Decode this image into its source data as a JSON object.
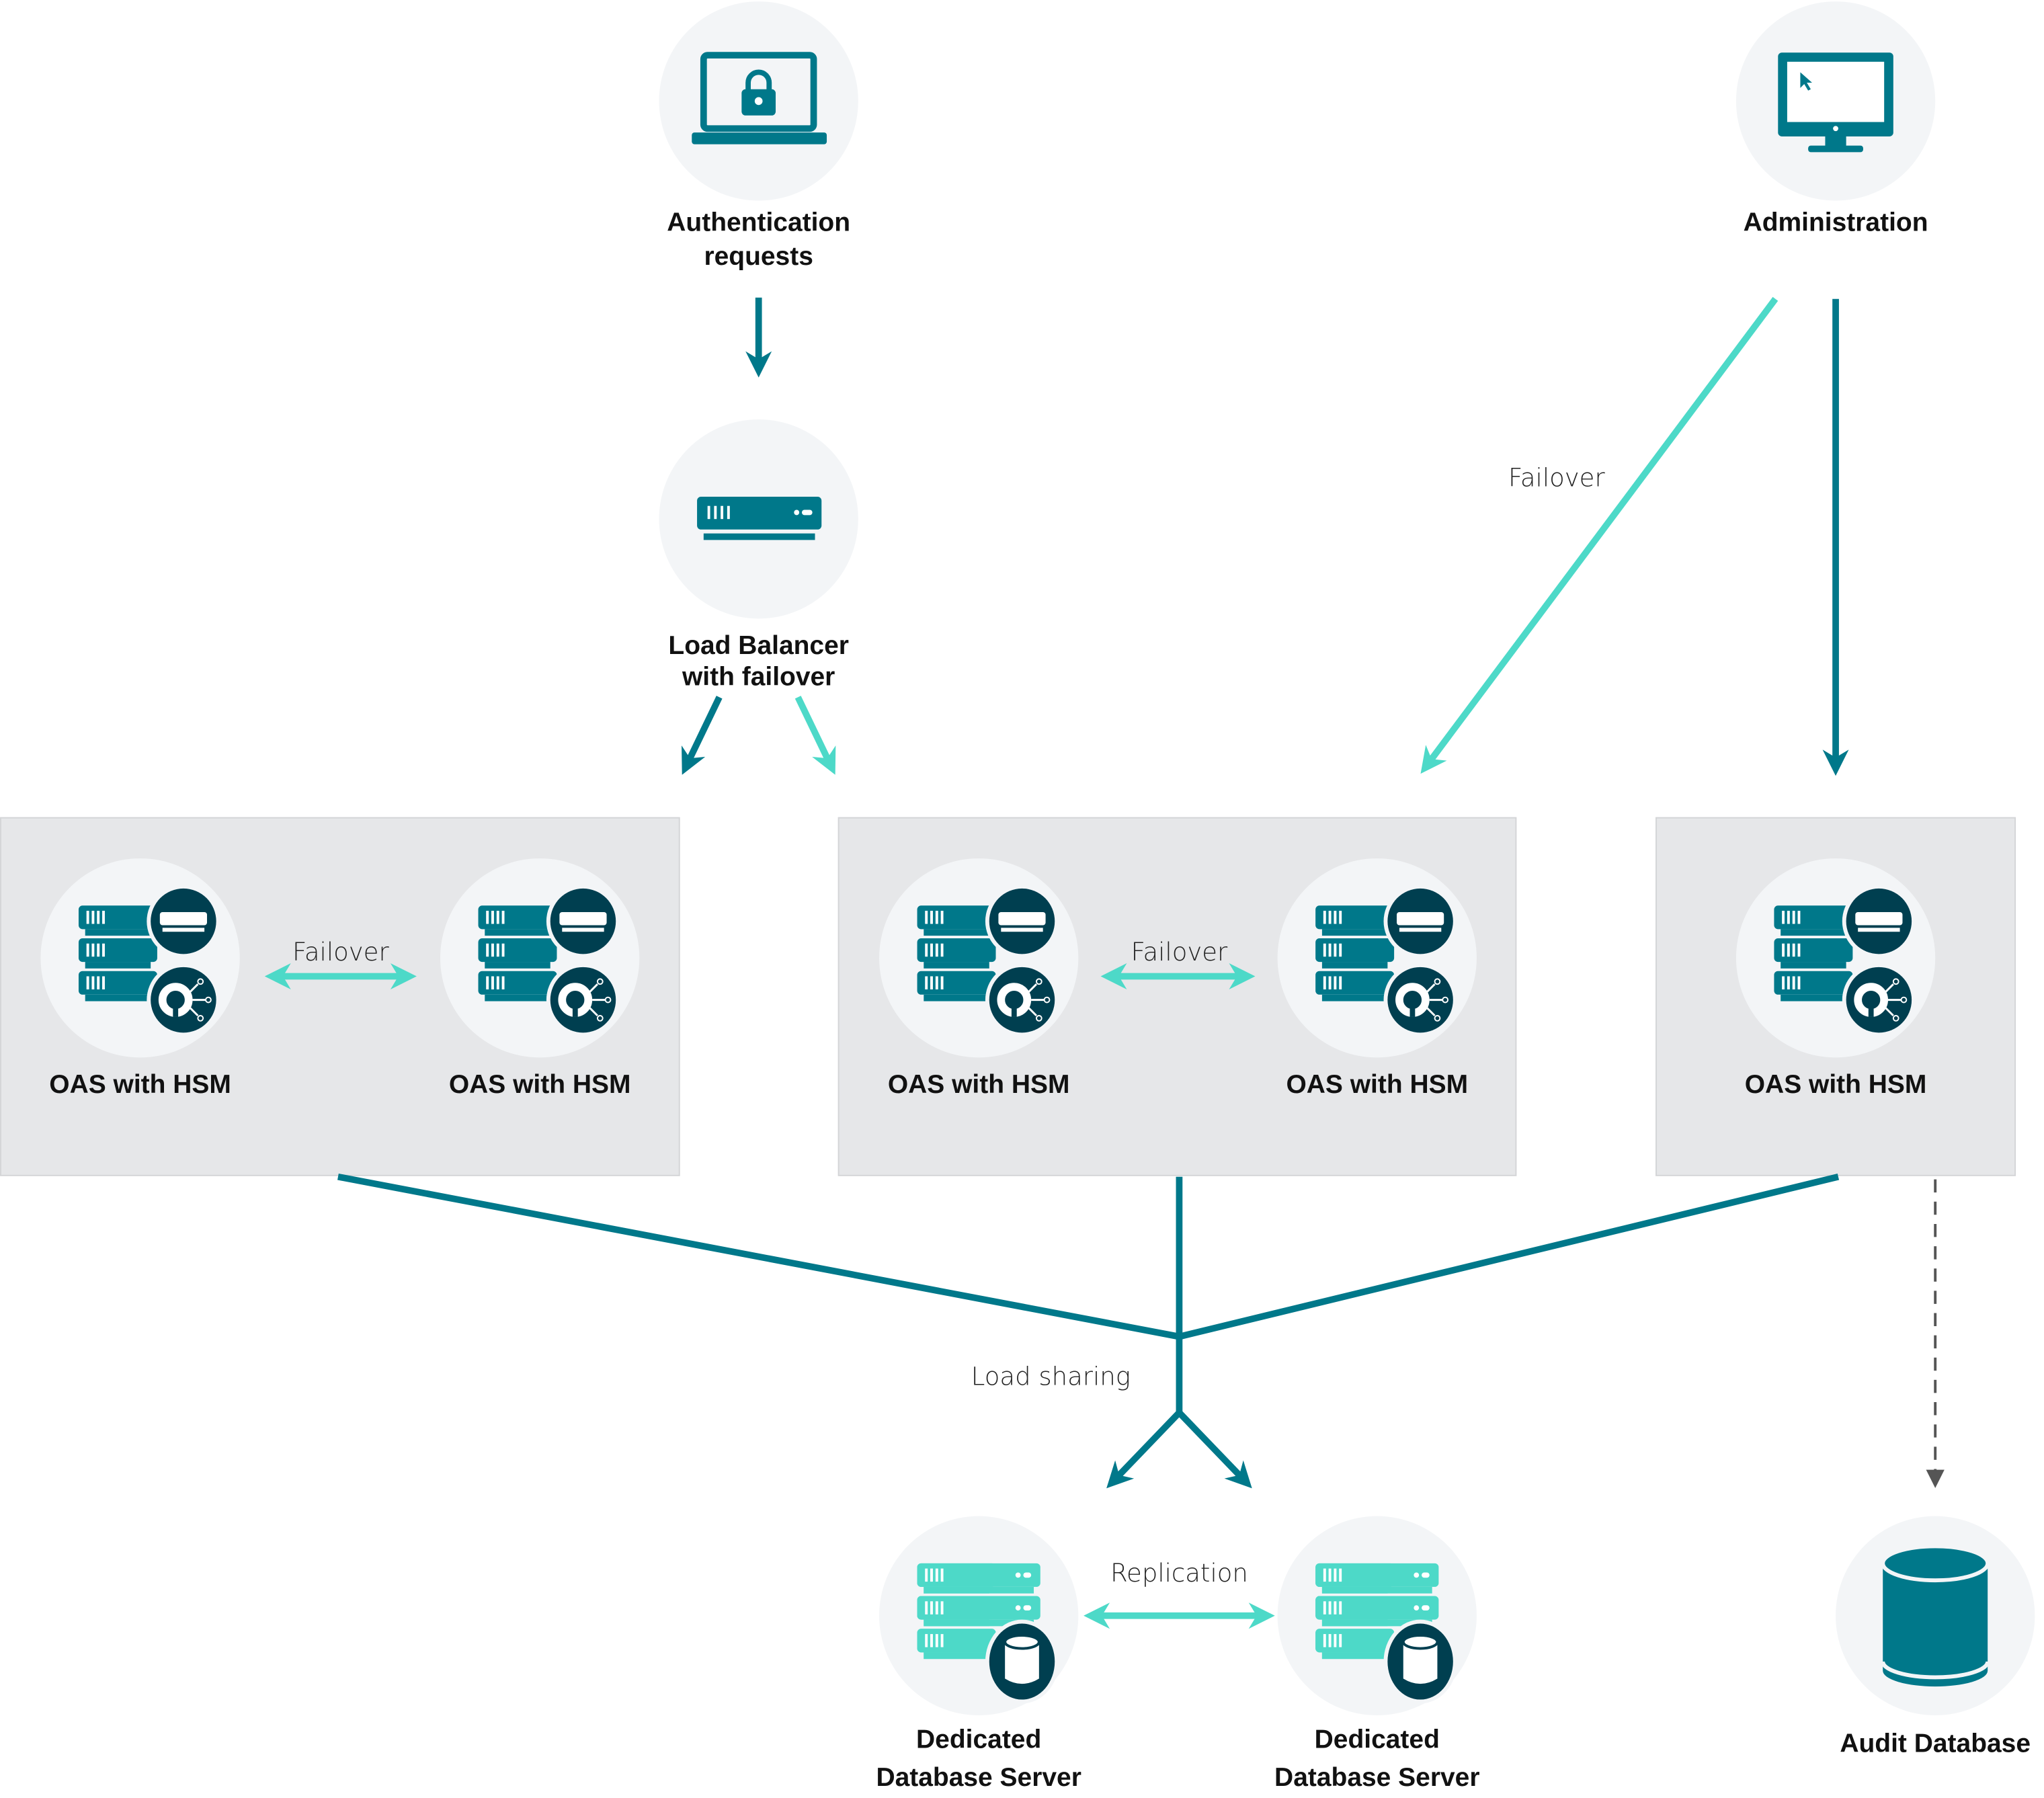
{
  "colors": {
    "teal": "#00788a",
    "aqua": "#4dd9c8",
    "dark": "#003f50",
    "node_bg": "#f3f5f7",
    "group_bg": "#e6e7e9",
    "dashed": "#555555"
  },
  "nodes": {
    "auth": {
      "line1": "Authentication",
      "line2": "requests",
      "icon": "laptop-lock-icon"
    },
    "lb": {
      "line1": "Load Balancer",
      "line2": "with failover",
      "icon": "load-balancer-icon"
    },
    "admin": {
      "label": "Administration",
      "icon": "monitor-icon"
    },
    "oas": [
      {
        "label": "OAS with HSM"
      },
      {
        "label": "OAS with HSM"
      },
      {
        "label": "OAS with HSM"
      },
      {
        "label": "OAS with HSM"
      },
      {
        "label": "OAS with HSM"
      }
    ],
    "db": [
      {
        "line1": "Dedicated",
        "line2": "Database Server"
      },
      {
        "line1": "Dedicated",
        "line2": "Database Server"
      }
    ],
    "audit": {
      "label": "Audit Database",
      "icon": "database-icon"
    }
  },
  "edges": {
    "admin_failover": "Failover",
    "group1_failover": "Failover",
    "group2_failover": "Failover",
    "load_sharing": "Load sharing",
    "replication": "Replication"
  }
}
